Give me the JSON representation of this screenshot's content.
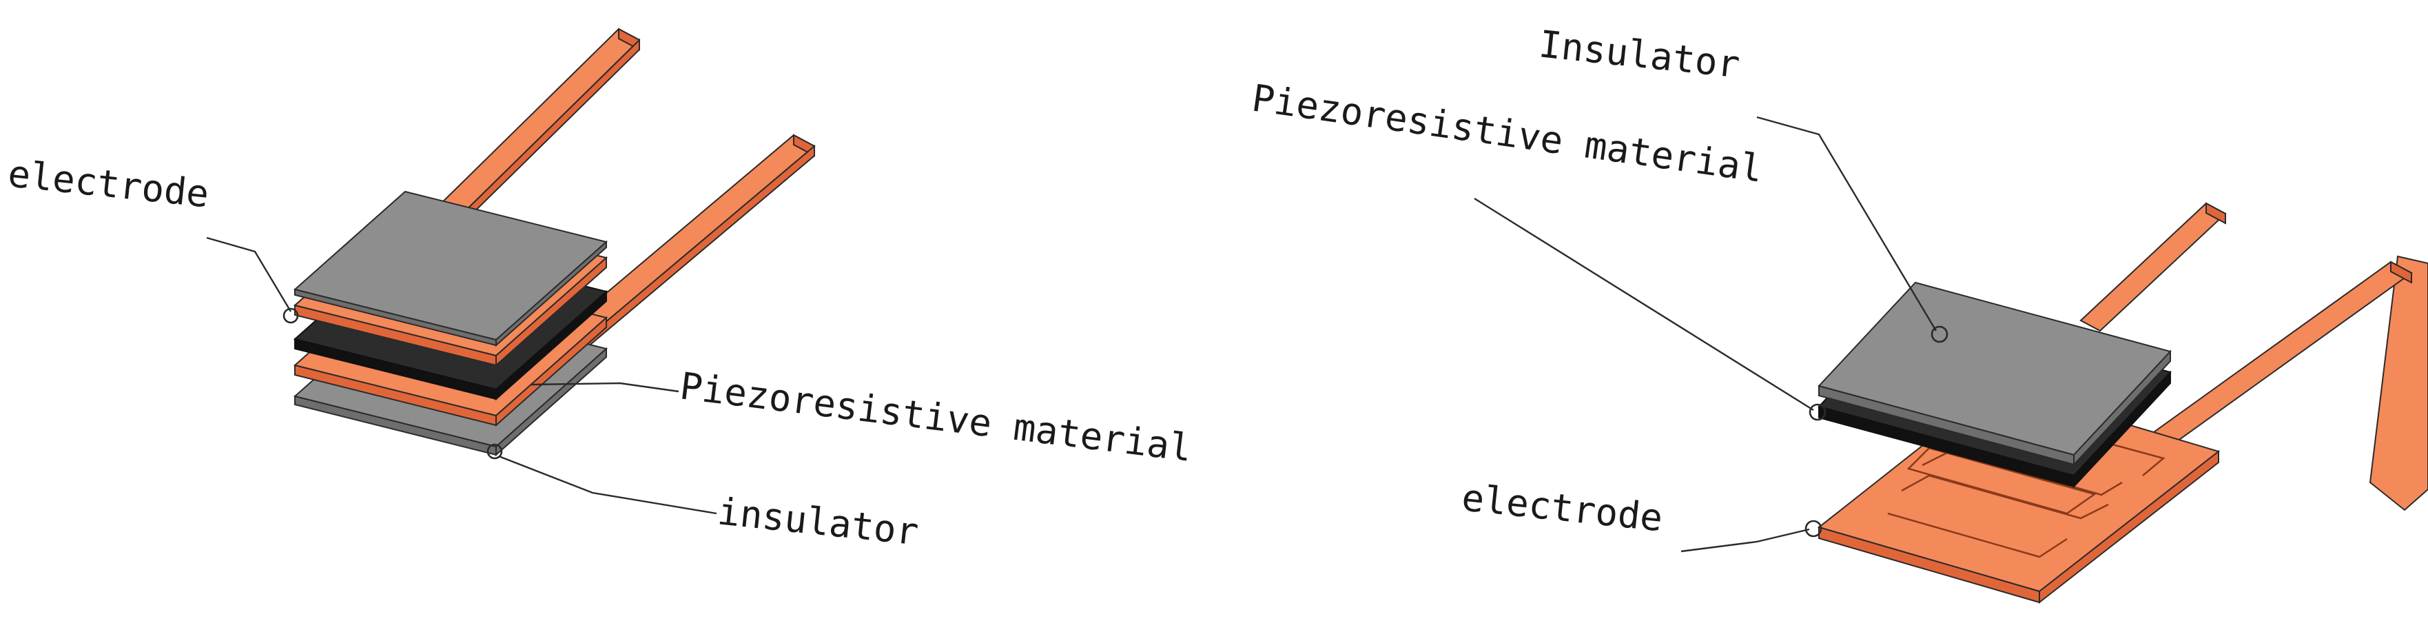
{
  "left_figure": {
    "labels": {
      "electrode": "electrode",
      "piezo": "Piezoresistive material",
      "insulator": "insulator"
    }
  },
  "right_figure": {
    "labels": {
      "insulator": "Insulator",
      "piezo": "Piezoresistive material",
      "electrode": "electrode"
    }
  },
  "colors": {
    "electrode_top": "#f4895a",
    "electrode_side": "#e0663a",
    "insulator_top": "#8e8e8e",
    "insulator_side": "#6e6e6e",
    "piezo_top": "#2c2c2c",
    "piezo_side": "#111111",
    "line": "#2a2a2a"
  }
}
